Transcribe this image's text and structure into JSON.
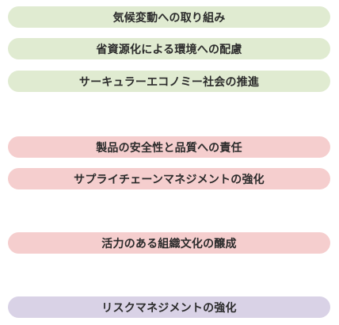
{
  "environment": {
    "color": "#e0ebd1",
    "items": [
      {
        "label": "気候変動への取り組み"
      },
      {
        "label": "省資源化による環境への配慮"
      },
      {
        "label": "サーキュラーエコノミー社会の推進"
      }
    ]
  },
  "social": {
    "color": "#f5cece",
    "items": [
      {
        "label": "製品の安全性と品質への責任"
      },
      {
        "label": "サプライチェーンマネジメントの強化"
      },
      {
        "label": "活力のある組織文化の醸成"
      }
    ]
  },
  "governance": {
    "color": "#d9d2e6",
    "items": [
      {
        "label": "リスクマネジメントの強化"
      }
    ]
  }
}
